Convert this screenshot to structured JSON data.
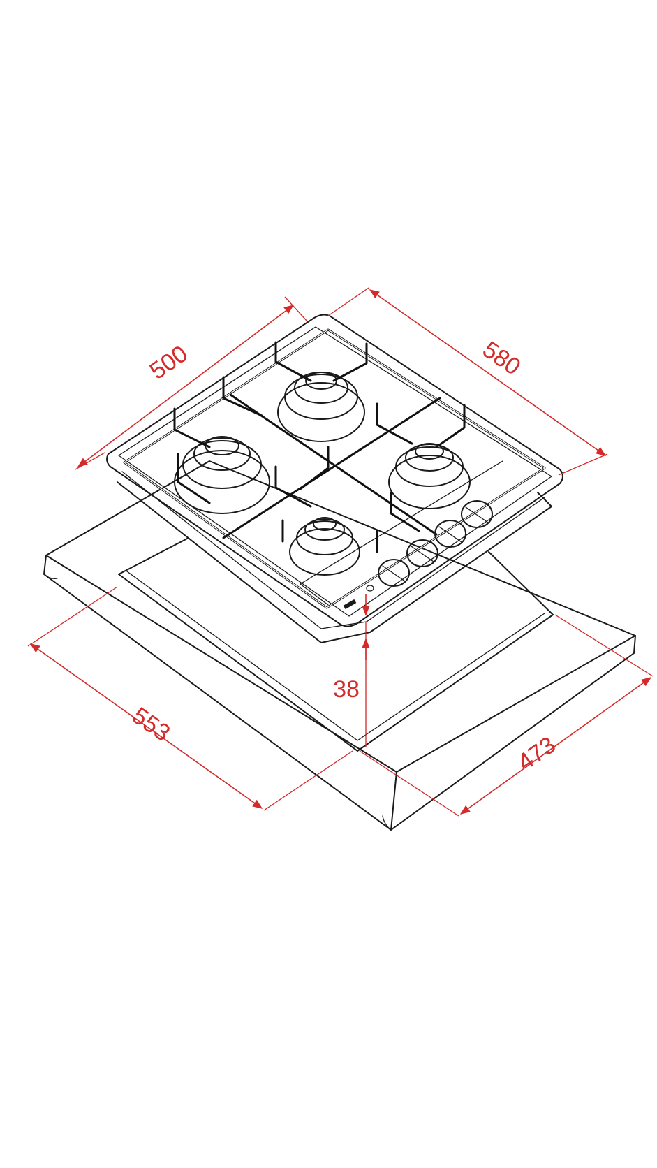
{
  "dimensions": {
    "hob_width": "500",
    "hob_depth": "580",
    "cutout_width": "553",
    "cutout_depth": "473",
    "hob_height": "38"
  },
  "colors": {
    "dimension": "#d32a2a",
    "outline": "#1a1a1a",
    "background": "#ffffff"
  }
}
